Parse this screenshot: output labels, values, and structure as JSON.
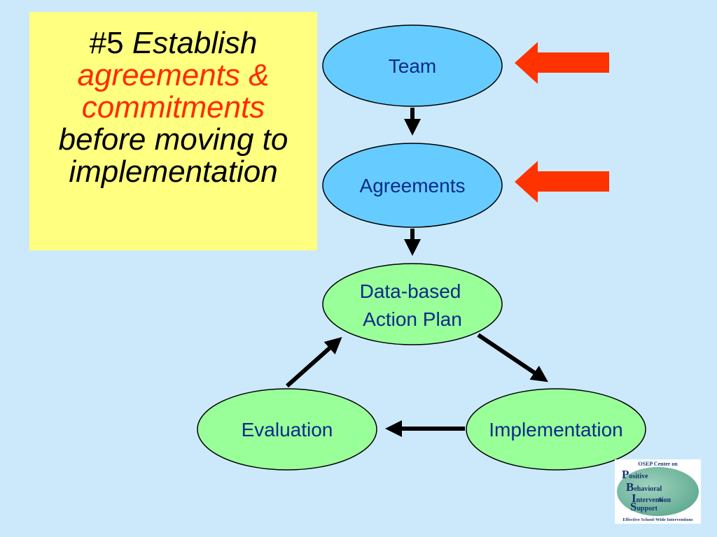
{
  "callout": {
    "prefix": "#5",
    "word1": "Establish",
    "line2": "agreements &",
    "line3": "commitments",
    "line4": "before moving to",
    "line5": "implementation"
  },
  "nodes": {
    "team": "Team",
    "agreements": "Agreements",
    "plan_line1": "Data-based",
    "plan_line2": "Action Plan",
    "evaluation": "Evaluation",
    "implementation": "Implementation"
  },
  "logo": {
    "top": "OSEP Center on",
    "p_letter": "P",
    "p_rest": "ositive",
    "b_letter": "B",
    "b_rest": "ehavioral",
    "i_letter": "I",
    "i_rest": "ntervention",
    "amp": "&",
    "s_letter": "S",
    "s_rest": "upport",
    "bottom": "Effective School-Wide Interventions"
  },
  "colors": {
    "background": "#cce9fb",
    "callout_bg": "#ffff80",
    "accent_text": "#ff2a00",
    "blue_node": "#66ccff",
    "green_node": "#99ff99",
    "pointer_arrow": "#ff3300",
    "node_text": "#0b2a8a"
  },
  "icons": [
    "red-pointer-arrow",
    "connector-arrow"
  ]
}
